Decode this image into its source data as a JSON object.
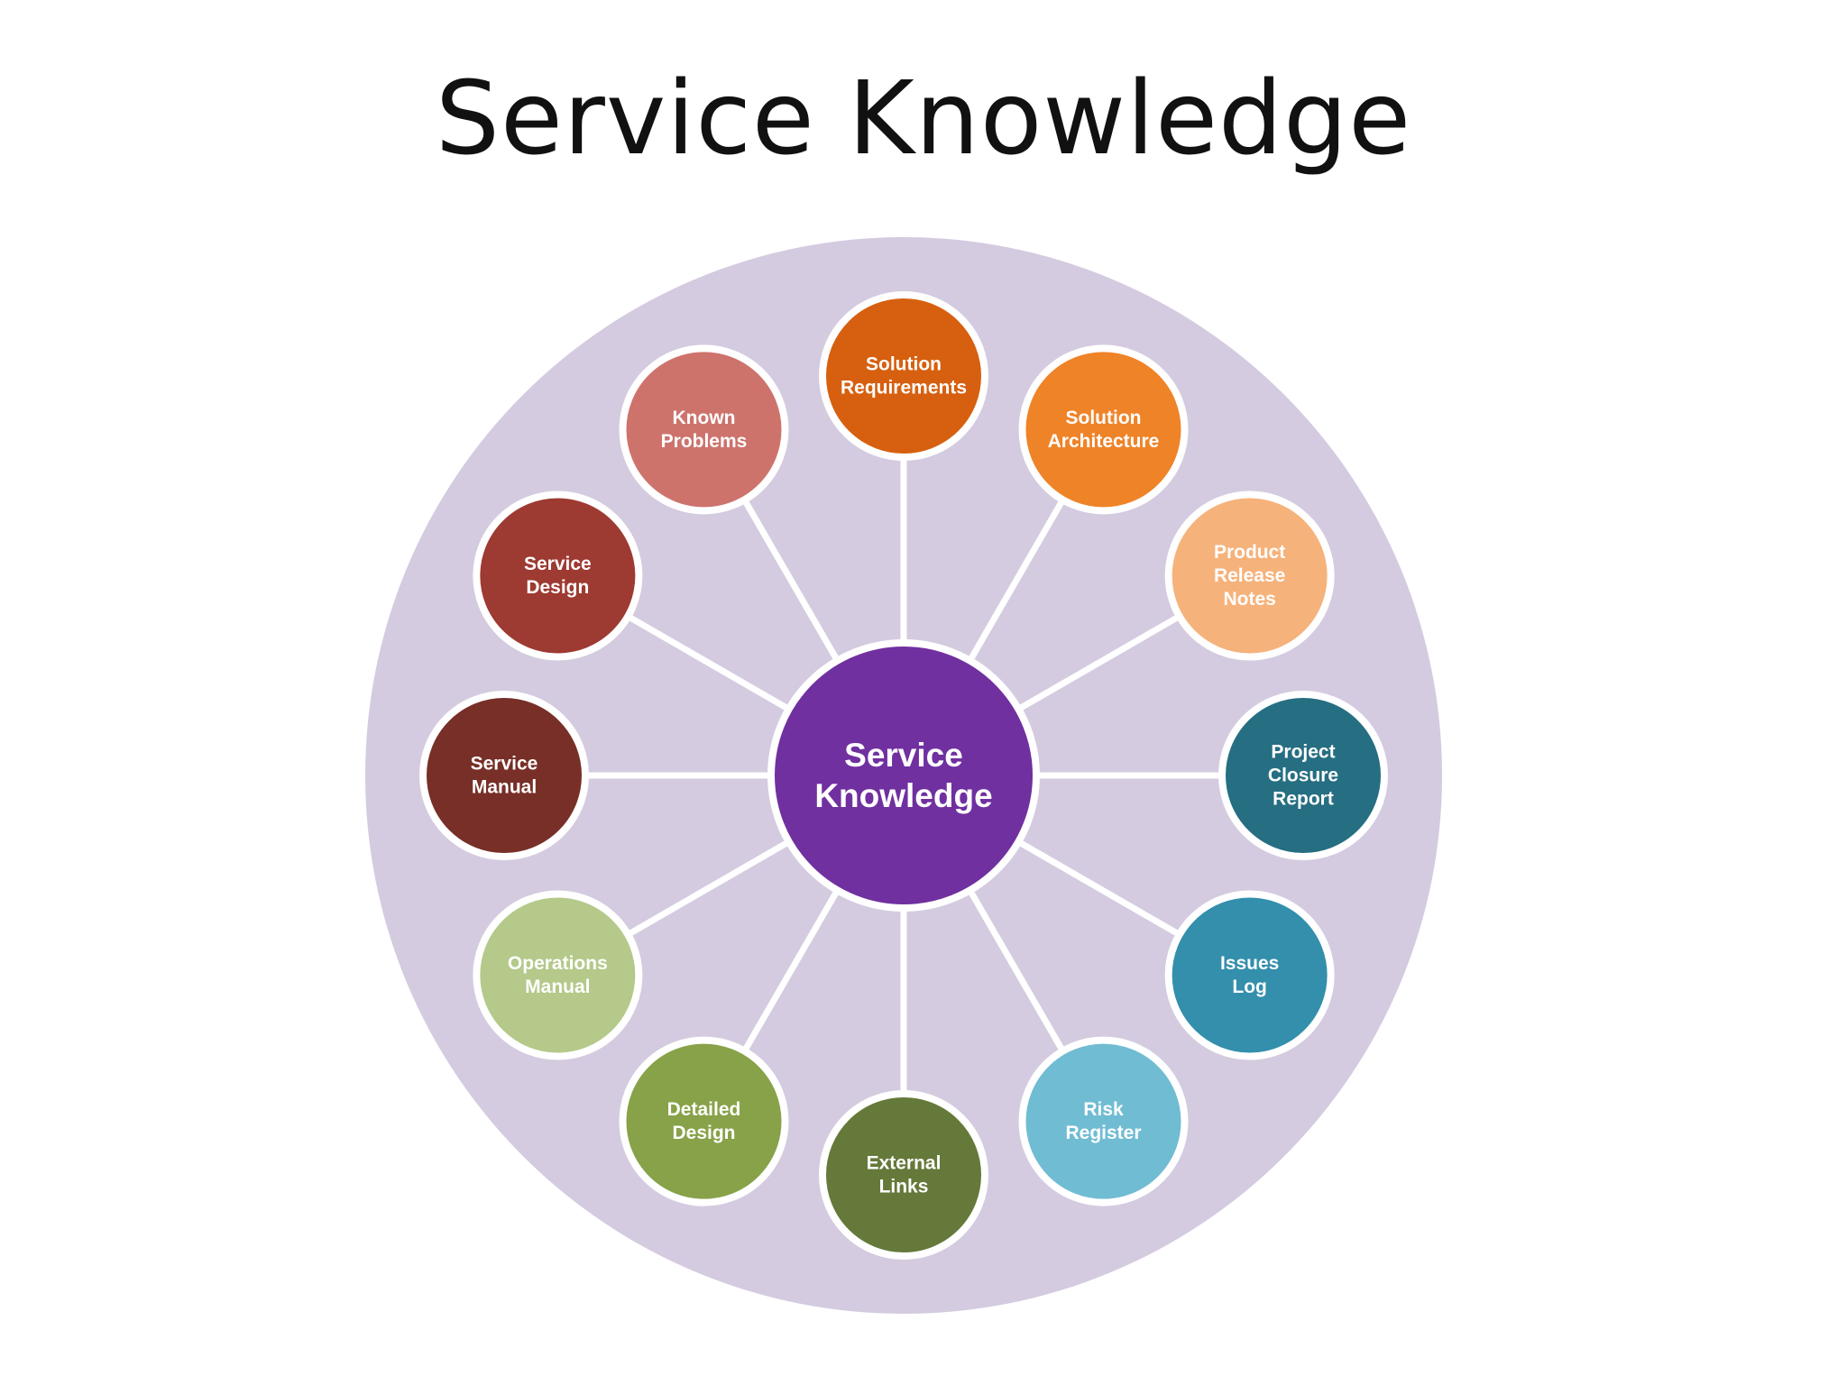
{
  "title": "Service Knowledge",
  "colors": {
    "background_disc": "#d4cbe0",
    "spoke": "#ffffff",
    "node_border": "#ffffff"
  },
  "hub": {
    "label_lines": [
      "Service",
      "Knowledge"
    ],
    "color": "#7030a0"
  },
  "nodes": [
    {
      "id": "solution-requirements",
      "label_lines": [
        "Solution",
        "Requirements"
      ],
      "color": "#d6600f"
    },
    {
      "id": "solution-architecture",
      "label_lines": [
        "Solution",
        "Architecture"
      ],
      "color": "#ef8328"
    },
    {
      "id": "product-release-notes",
      "label_lines": [
        "Product",
        "Release",
        "Notes"
      ],
      "color": "#f6b27b"
    },
    {
      "id": "project-closure-report",
      "label_lines": [
        "Project",
        "Closure",
        "Report"
      ],
      "color": "#266e82"
    },
    {
      "id": "issues-log",
      "label_lines": [
        "Issues",
        "Log"
      ],
      "color": "#338fac"
    },
    {
      "id": "risk-register",
      "label_lines": [
        "Risk",
        "Register"
      ],
      "color": "#70bcd3"
    },
    {
      "id": "external-links",
      "label_lines": [
        "External",
        "Links"
      ],
      "color": "#65793a"
    },
    {
      "id": "detailed-design",
      "label_lines": [
        "Detailed",
        "Design"
      ],
      "color": "#87a248"
    },
    {
      "id": "operations-manual",
      "label_lines": [
        "Operations",
        "Manual"
      ],
      "color": "#b4c98a"
    },
    {
      "id": "service-manual",
      "label_lines": [
        "Service",
        "Manual"
      ],
      "color": "#772f27"
    },
    {
      "id": "service-design",
      "label_lines": [
        "Service",
        "Design"
      ],
      "color": "#9d3a32"
    },
    {
      "id": "known-problems",
      "label_lines": [
        "Known",
        "Problems"
      ],
      "color": "#cd736c"
    }
  ]
}
